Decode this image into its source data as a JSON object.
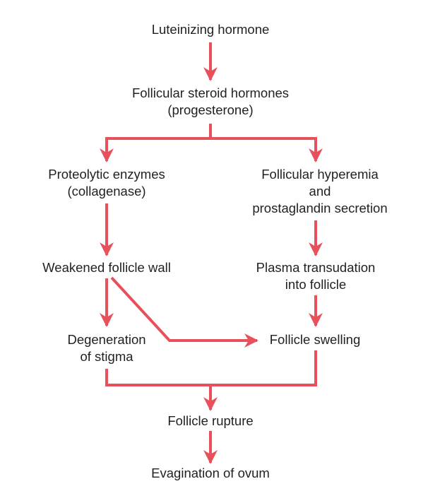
{
  "diagram": {
    "arrow_color": "#e8505b",
    "text_color": "#231f20",
    "nodes": {
      "lh": {
        "lines": [
          "Luteinizing hormone"
        ]
      },
      "steroid": {
        "lines": [
          "Follicular steroid hormones",
          "(progesterone)"
        ]
      },
      "proteolytic": {
        "lines": [
          "Proteolytic enzymes",
          "(collagenase)"
        ]
      },
      "hyperemia": {
        "lines": [
          "Follicular hyperemia",
          "and",
          "prostaglandin secretion"
        ]
      },
      "weakened": {
        "lines": [
          "Weakened follicle wall"
        ]
      },
      "plasma": {
        "lines": [
          "Plasma transudation",
          "into follicle"
        ]
      },
      "degeneration": {
        "lines": [
          "Degeneration",
          "of stigma"
        ]
      },
      "swelling": {
        "lines": [
          "Follicle swelling"
        ]
      },
      "rupture": {
        "lines": [
          "Follicle rupture"
        ]
      },
      "evagination": {
        "lines": [
          "Evagination of ovum"
        ]
      }
    },
    "edges": [
      {
        "from": "lh",
        "to": "steroid"
      },
      {
        "from": "steroid",
        "to": "proteolytic"
      },
      {
        "from": "steroid",
        "to": "hyperemia"
      },
      {
        "from": "proteolytic",
        "to": "weakened"
      },
      {
        "from": "hyperemia",
        "to": "plasma"
      },
      {
        "from": "weakened",
        "to": "degeneration"
      },
      {
        "from": "weakened",
        "to": "swelling"
      },
      {
        "from": "plasma",
        "to": "swelling"
      },
      {
        "from": "degeneration",
        "to": "rupture"
      },
      {
        "from": "swelling",
        "to": "rupture"
      },
      {
        "from": "rupture",
        "to": "evagination"
      }
    ]
  }
}
